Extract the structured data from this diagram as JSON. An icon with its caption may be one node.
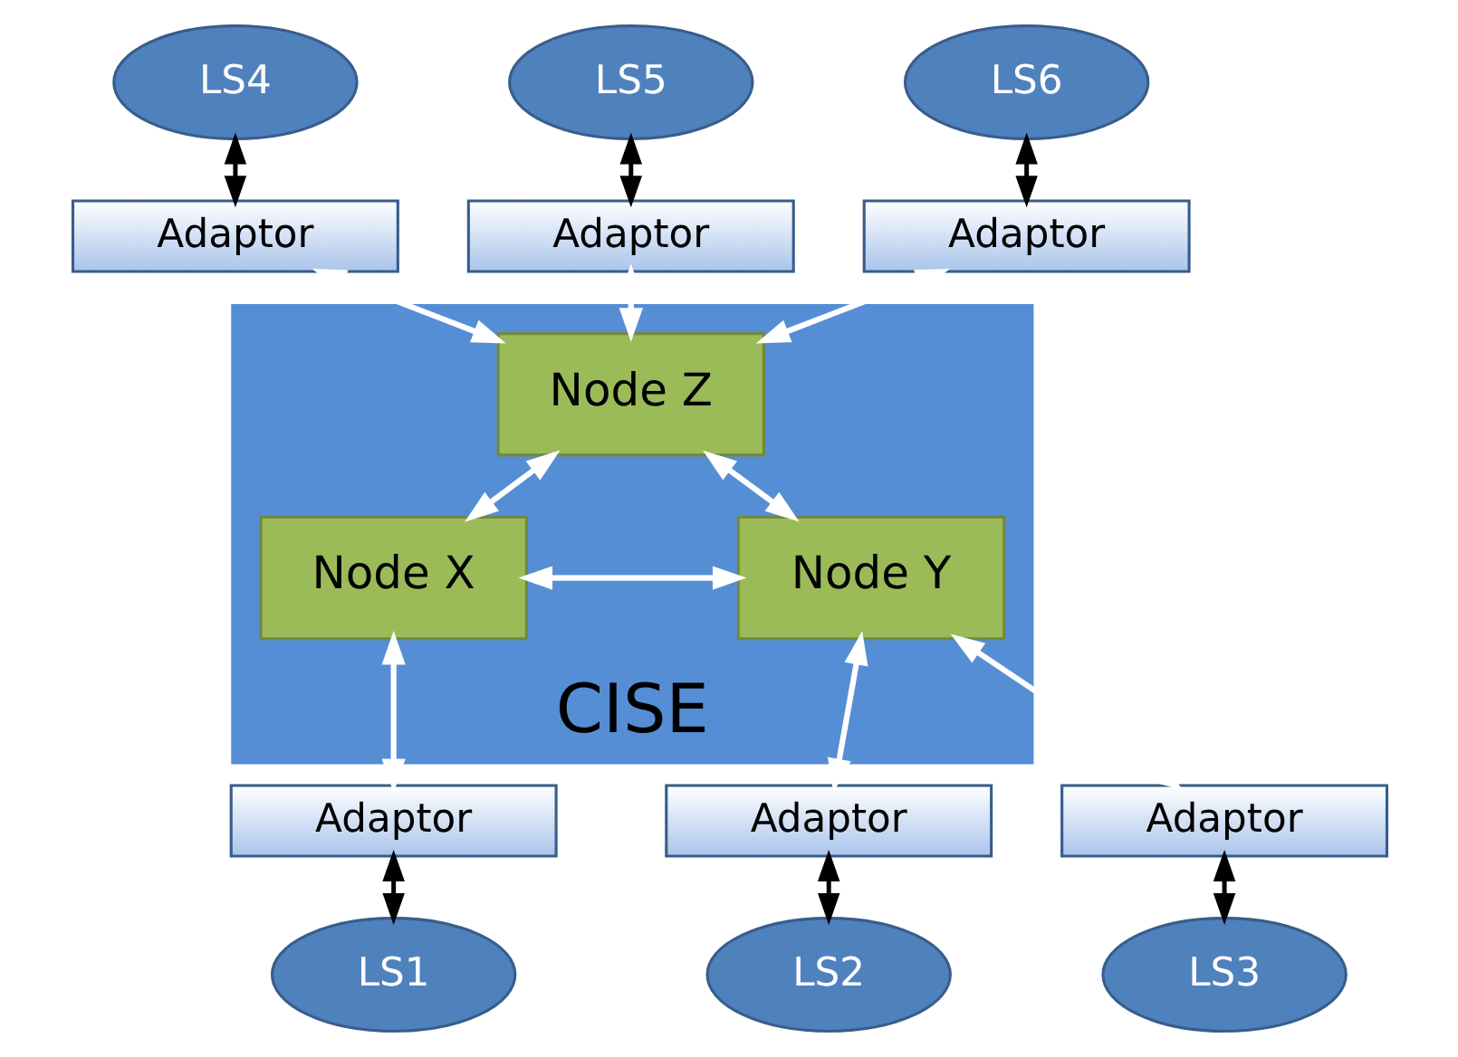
{
  "diagram": {
    "nodes": [
      {
        "text": [
          "LS4"
        ]
      },
      {
        "text": [
          "LS5"
        ]
      },
      {
        "text": [
          "LS6"
        ]
      },
      {
        "text": [
          "Adaptor"
        ]
      },
      {
        "text": [
          "Adaptor"
        ]
      },
      {
        "text": [
          "Adaptor"
        ]
      },
      {
        "text": [
          "CISE"
        ]
      },
      {
        "text": [
          "Node Z"
        ],
        "in": 6
      },
      {
        "text": [
          "Node X"
        ],
        "in": 6
      },
      {
        "text": [
          "Node Y"
        ],
        "in": 6
      },
      {
        "text": [
          "Adaptor"
        ]
      },
      {
        "text": [
          "Adaptor"
        ]
      },
      {
        "text": [
          "Adaptor"
        ]
      },
      {
        "text": [
          "LS1"
        ]
      },
      {
        "text": [
          "LS2"
        ]
      },
      {
        "text": [
          "LS3"
        ]
      }
    ],
    "edges": [
      {
        "from": 0,
        "to": 3,
        "arrow": "both",
        "color": "#000000"
      },
      {
        "from": 1,
        "to": 4,
        "arrow": "both",
        "color": "#000000"
      },
      {
        "from": 2,
        "to": 5,
        "arrow": "both",
        "color": "#000000"
      },
      {
        "from": 3,
        "to": 7,
        "arrow": "both"
      },
      {
        "from": 4,
        "to": 7,
        "arrow": "both"
      },
      {
        "from": 5,
        "to": 7,
        "arrow": "both"
      },
      {
        "from": 7,
        "to": 8,
        "arrow": "both"
      },
      {
        "from": 7,
        "to": 9,
        "arrow": "both"
      },
      {
        "from": 8,
        "to": 9,
        "arrow": "both"
      },
      {
        "from": 8,
        "to": 10,
        "arrow": "both"
      },
      {
        "from": 9,
        "to": 11,
        "arrow": "both"
      },
      {
        "from": 9,
        "to": 12,
        "arrow": "both"
      },
      {
        "from": 10,
        "to": 13,
        "arrow": "both",
        "color": "#000000"
      },
      {
        "from": 11,
        "to": 14,
        "arrow": "both",
        "color": "#000000"
      },
      {
        "from": 12,
        "to": 15,
        "arrow": "both",
        "color": "#000000"
      }
    ]
  }
}
